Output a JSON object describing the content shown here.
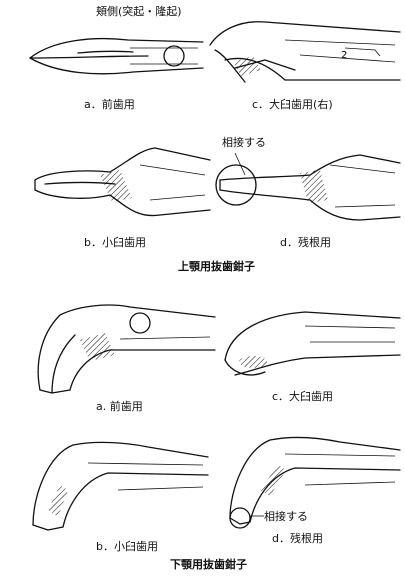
{
  "upper": {
    "annotation_beak": "頬側(突起・隆起)",
    "label_a": "a．前歯用",
    "label_c": "c．大臼歯用(右)",
    "annotation_adjacent": "相接する",
    "label_b": "b．小臼歯用",
    "label_d": "d．残根用",
    "caption": "上顎用抜歯鉗子"
  },
  "lower": {
    "label_a": "a. 前歯用",
    "label_c": "c．大臼歯用",
    "label_b": "b．小臼歯用",
    "annotation_adjacent": "相接する",
    "label_d": "d．残根用",
    "caption": "下顎用抜歯鉗子"
  }
}
